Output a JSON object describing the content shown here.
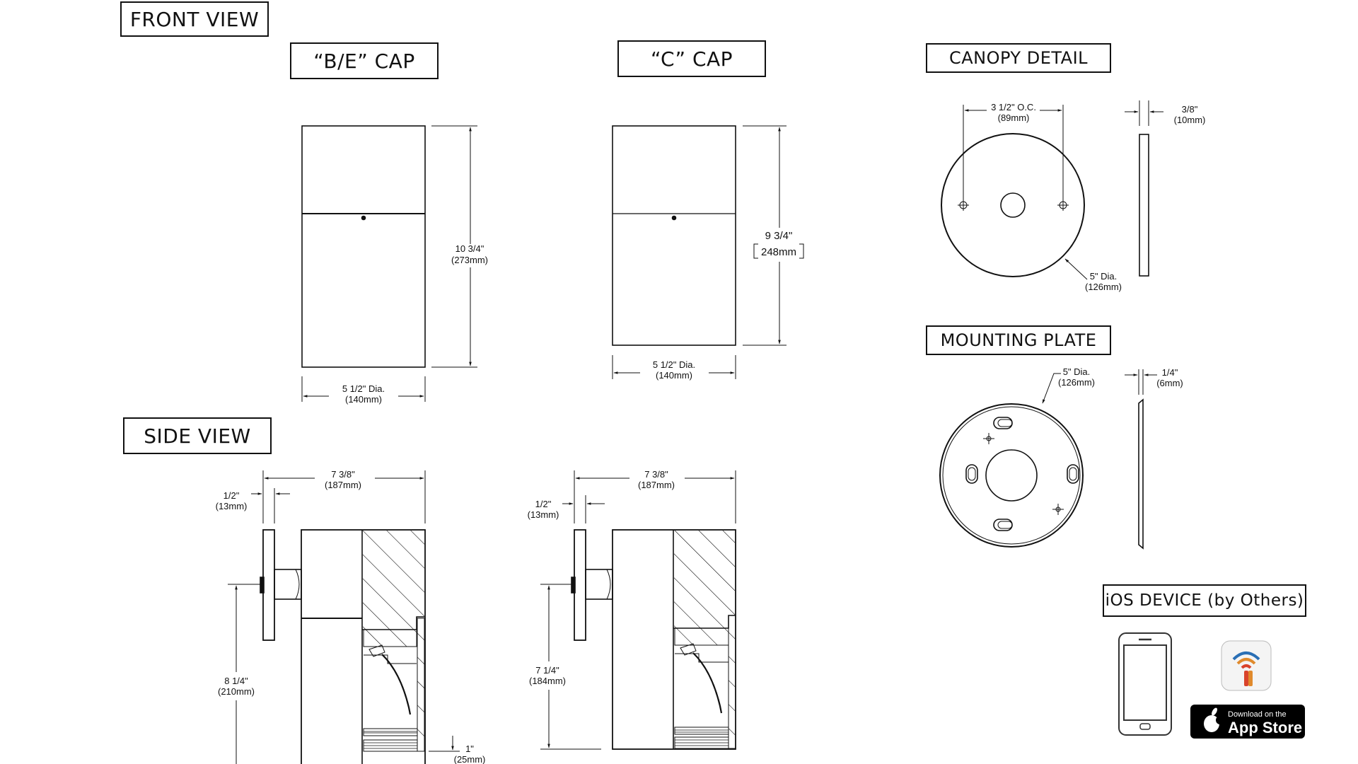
{
  "sections": {
    "front_view": "FRONT  VIEW",
    "side_view": "SIDE  VIEW",
    "be_cap": "“B/E” CAP",
    "c_cap": "“C” CAP",
    "canopy_detail": "CANOPY DETAIL",
    "mounting_plate": "MOUNTING PLATE",
    "ios_device": "iOS DEVICE   (by Others)"
  },
  "front_be": {
    "height": "10 3/4\"",
    "height_mm": "(273mm)",
    "dia": "5 1/2\" Dia.",
    "dia_mm": "(140mm)"
  },
  "front_c": {
    "height": "9 3/4\"",
    "height_mm": "248mm",
    "dia": "5 1/2\" Dia.",
    "dia_mm": "(140mm)"
  },
  "side_be": {
    "depth": "7 3/8\"",
    "depth_mm": "(187mm)",
    "offset": "1/2\"",
    "offset_mm": "(13mm)",
    "mount_h": "8 1/4\"",
    "mount_h_mm": "(210mm)",
    "lens": "1\"",
    "lens_mm": "(25mm)"
  },
  "side_c": {
    "depth": "7 3/8\"",
    "depth_mm": "(187mm)",
    "offset": "1/2\"",
    "offset_mm": "(13mm)",
    "mount_h": "7 1/4\"",
    "mount_h_mm": "(184mm)"
  },
  "canopy": {
    "oc": "3 1/2\" O.C.",
    "oc_mm": "(89mm)",
    "thick": "3/8\"",
    "thick_mm": "(10mm)",
    "dia": "5\" Dia.",
    "dia_mm": "(126mm)"
  },
  "mounting": {
    "dia": "5\" Dia.",
    "dia_mm": "(126mm)",
    "thick": "1/4\"",
    "thick_mm": "(6mm)"
  },
  "app_store": {
    "small": "Download on the",
    "big": "App Store"
  },
  "icons": [
    "phone-icon",
    "app-icon",
    "apple-logo-icon"
  ]
}
